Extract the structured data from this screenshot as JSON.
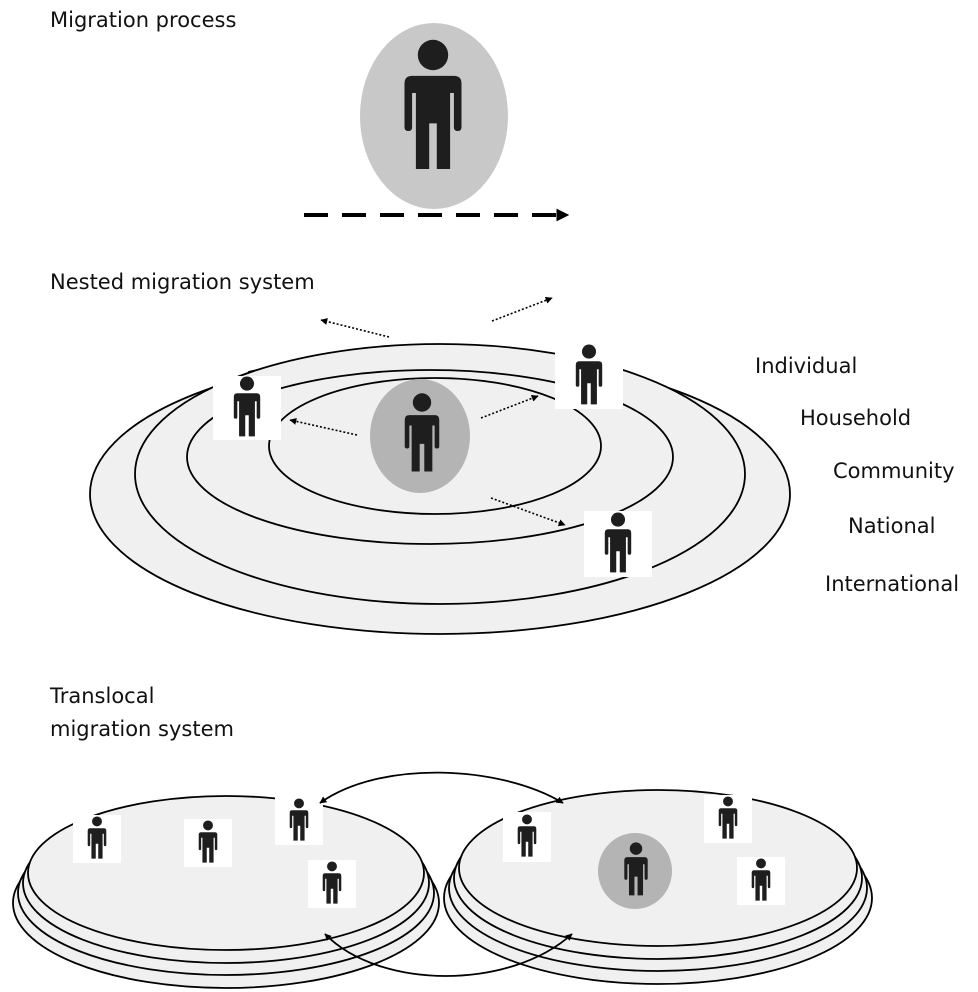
{
  "sections": {
    "migration_process": {
      "title": "Migration process"
    },
    "nested_system": {
      "title": "Nested migration system",
      "levels": [
        "Individual",
        "Household",
        "Community",
        "National",
        "International"
      ]
    },
    "translocal_system": {
      "title_lines": [
        "Translocal",
        "migration system"
      ]
    }
  },
  "colors": {
    "disc_fill": "#f0f0f0",
    "focal_circle_light": "#c8c8c8",
    "focal_circle_dark": "#b4b4b4",
    "figure": "#1e1e1e",
    "stroke": "#000000"
  },
  "icons": [
    "person-icon",
    "dashed-arrow",
    "dotted-arrow",
    "curved-arrow"
  ]
}
